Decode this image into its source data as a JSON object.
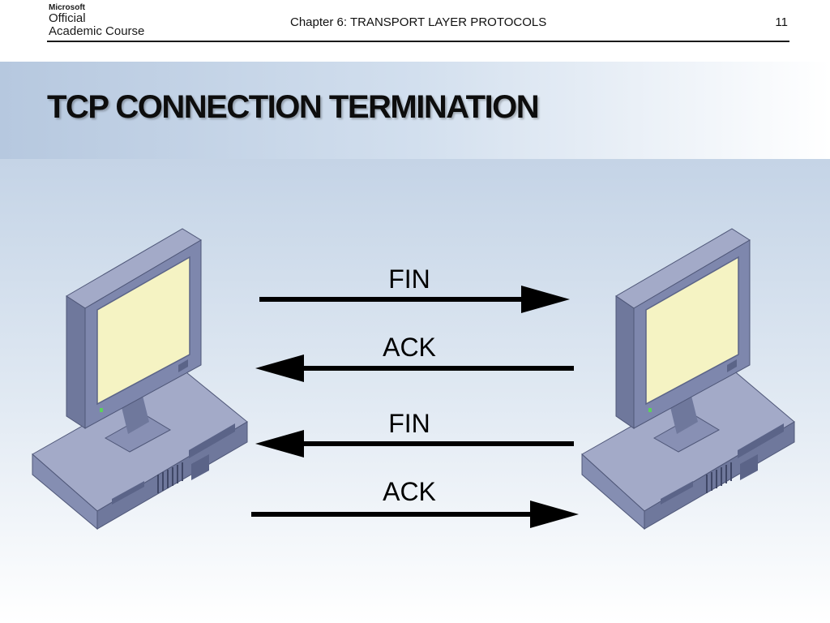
{
  "header": {
    "logo": {
      "line1": "Microsoft",
      "line2": "Official",
      "line3": "Academic Course"
    },
    "chapter": "Chapter 6: TRANSPORT LAYER PROTOCOLS",
    "page_number": "11"
  },
  "slide": {
    "title": "TCP CONNECTION TERMINATION"
  },
  "diagram": {
    "messages": [
      {
        "label": "FIN",
        "direction": "right"
      },
      {
        "label": "ACK",
        "direction": "left"
      },
      {
        "label": "FIN",
        "direction": "left"
      },
      {
        "label": "ACK",
        "direction": "right"
      }
    ],
    "colors": {
      "screen": "#f5f3c3",
      "monitor_front": "#7e87ad",
      "case_top": "#a3aac8",
      "case_front": "#6f789c",
      "arrow": "#000000"
    }
  }
}
